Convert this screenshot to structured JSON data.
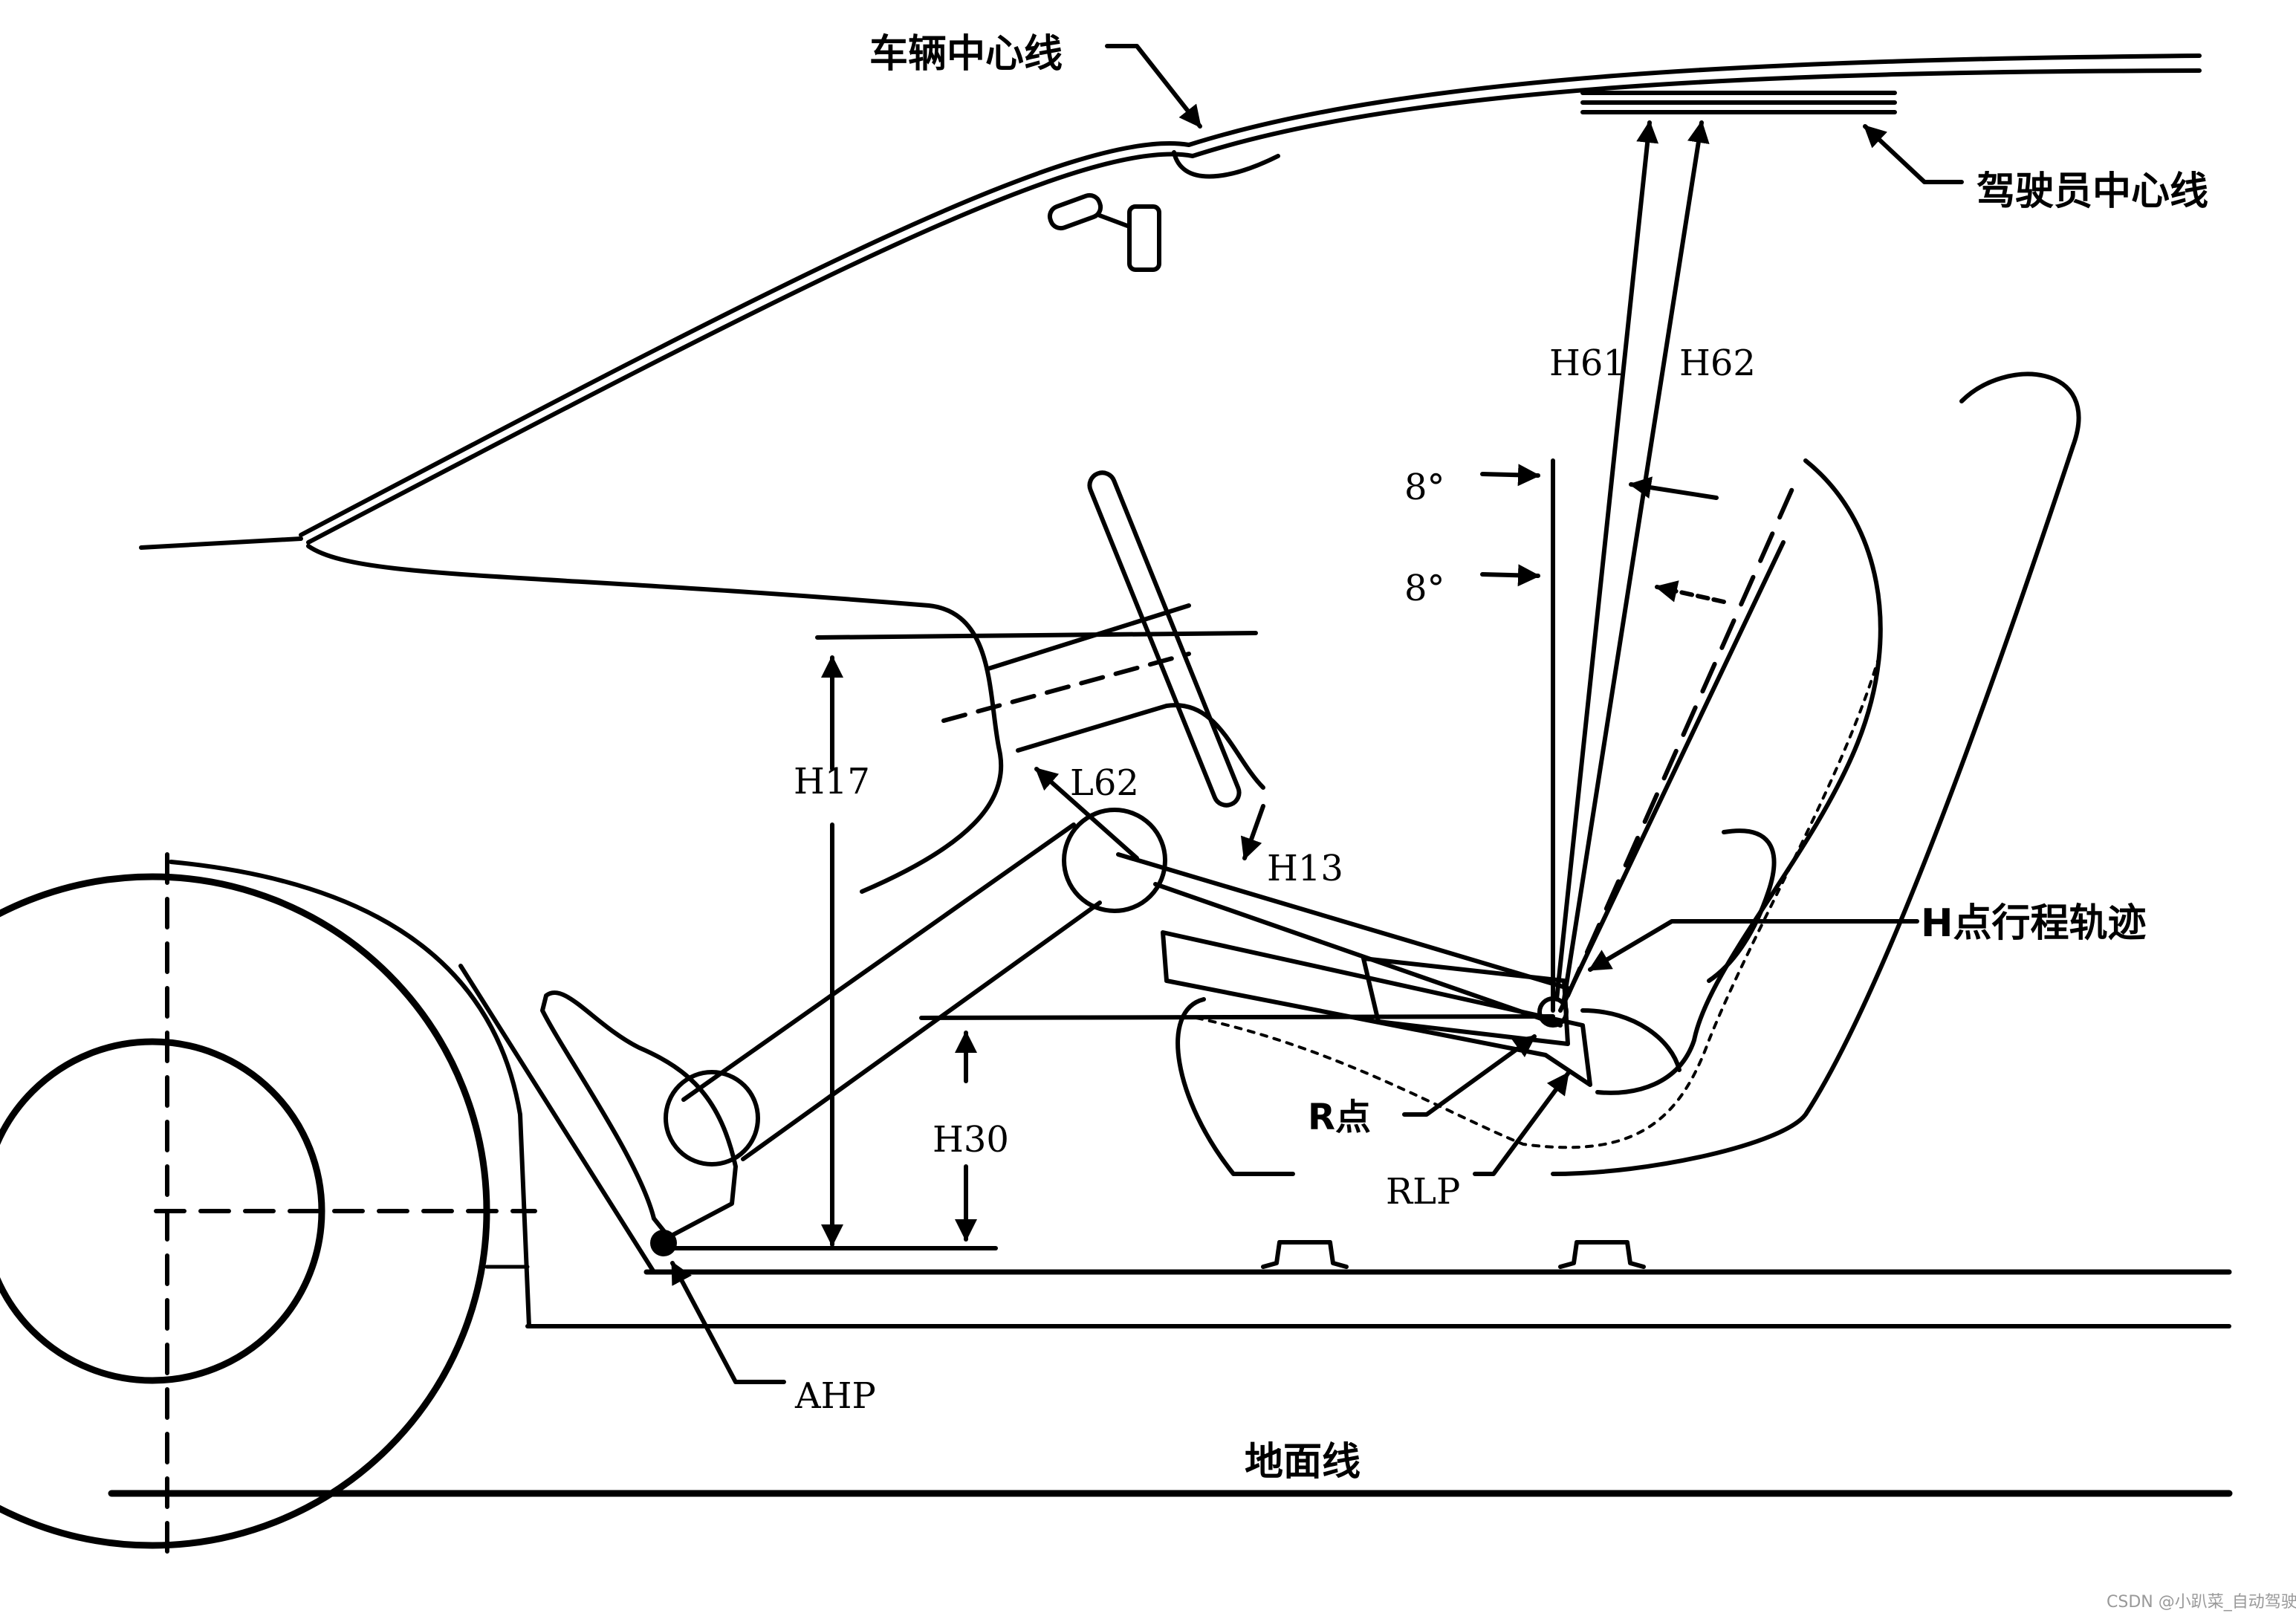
{
  "labels": {
    "vehicle_centerline": "车辆中心线",
    "driver_centerline": "驾驶员中心线",
    "h61": "H61",
    "h62": "H62",
    "angle_upper": "8°",
    "angle_lower": "8°",
    "h17": "H17",
    "l62": "L62",
    "h13": "H13",
    "h_point_travel": "H点行程轨迹",
    "h30": "H30",
    "r_point": "R点",
    "rlp": "RLP",
    "ahp": "AHP",
    "ground_line": "地面线"
  },
  "watermark": "CSDN @小趴菜_自动驾驶搬砖人",
  "colors": {
    "line": "#000000",
    "background": "#ffffff",
    "watermark": "#999999"
  }
}
